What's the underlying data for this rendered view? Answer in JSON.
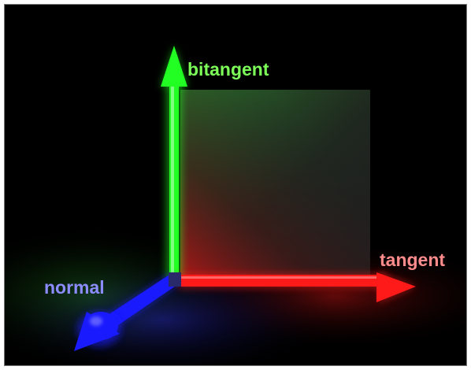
{
  "labels": {
    "bitangent": "bitangent",
    "tangent": "tangent",
    "normal": "normal"
  },
  "colors": {
    "bitangent_axis": "#22ff22",
    "tangent_axis": "#ff1a1a",
    "normal_axis": "#1a1aff",
    "bitangent_text": "#7dff5a",
    "tangent_text": "#ff8c8c",
    "normal_text": "#8c8cff",
    "background": "#000000"
  }
}
